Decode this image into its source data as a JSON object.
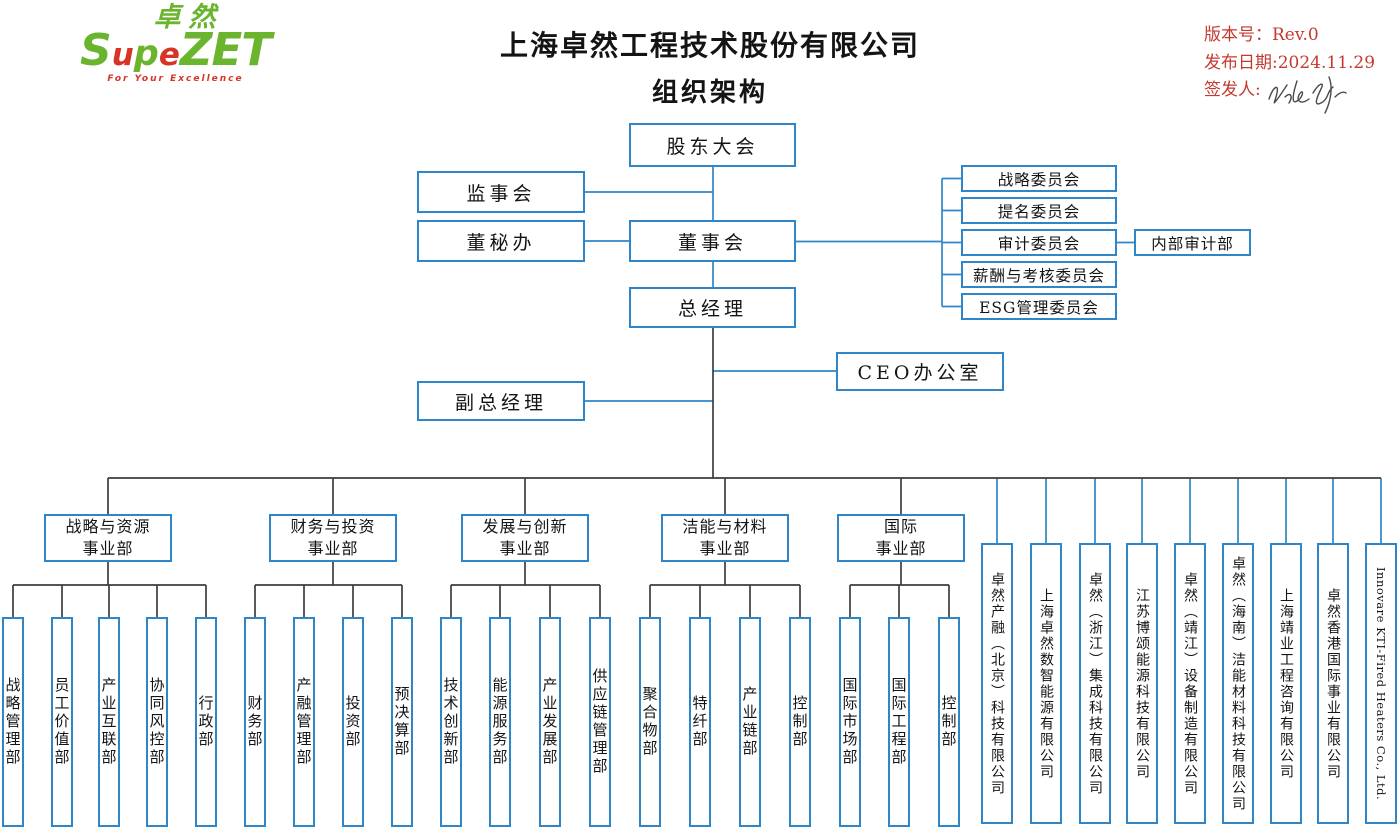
{
  "header": {
    "logo": {
      "chinese": "卓然",
      "brand_s": "S",
      "brand_u": "u",
      "brand_p": "p",
      "brand_e": "e",
      "brand_zet": "ZET",
      "tagline": "For Your Excellence"
    },
    "title_line1": "上海卓然工程技术股份有限公司",
    "title_line2": "组织架构",
    "version": {
      "version_line": "版本号：Rev.0",
      "date_line": "发布日期:2024.11.29",
      "signer_label": "签发人:"
    }
  },
  "chart": {
    "shareholders": "股东大会",
    "supervisory_board": "监事会",
    "board_secretary_office": "董秘办",
    "board_of_directors": "董事会",
    "general_manager": "总经理",
    "ceo_office": "CEO办公室",
    "deputy_general_manager": "副总经理",
    "committees": [
      "战略委员会",
      "提名委员会",
      "审计委员会",
      "薪酬与考核委员会",
      "ESG管理委员会"
    ],
    "internal_audit": "内部审计部",
    "divisions": [
      {
        "label": "战略与资源\n事业部",
        "departments": [
          "战略管理部",
          "员工价值部",
          "产业互联部",
          "协同风控部",
          "行政部"
        ]
      },
      {
        "label": "财务与投资\n事业部",
        "departments": [
          "财务部",
          "产融管理部",
          "投资部",
          "预决算部"
        ]
      },
      {
        "label": "发展与创新\n事业部",
        "departments": [
          "技术创新部",
          "能源服务部",
          "产业发展部",
          "供应链管理部"
        ]
      },
      {
        "label": "洁能与材料\n事业部",
        "departments": [
          "聚合物部",
          "特纤部",
          "产业链部",
          "控制部"
        ]
      },
      {
        "label": "国际\n事业部",
        "departments": [
          "国际市场部",
          "国际工程部",
          "控制部"
        ]
      }
    ],
    "subsidiaries": [
      "卓然产融（北京）科技有限公司",
      "上海卓然数智能源有限公司",
      "卓然（浙江）集成科技有限公司",
      "江苏博颂能源科技有限公司",
      "卓然（靖江）设备制造有限公司",
      "卓然（海南）洁能材料科技有限公司",
      "上海靖业工程咨询有限公司",
      "卓然香港国际事业有限公司",
      "Innovare KTI-Fired Heaters Co., Ltd."
    ]
  },
  "colors": {
    "box_border": "#2e86c8",
    "line_blue": "#2e86c8",
    "line_dark": "#3d3d3d",
    "accent_red": "#c43a31",
    "logo_green": "#6ab52d",
    "logo_red": "#d63426"
  }
}
